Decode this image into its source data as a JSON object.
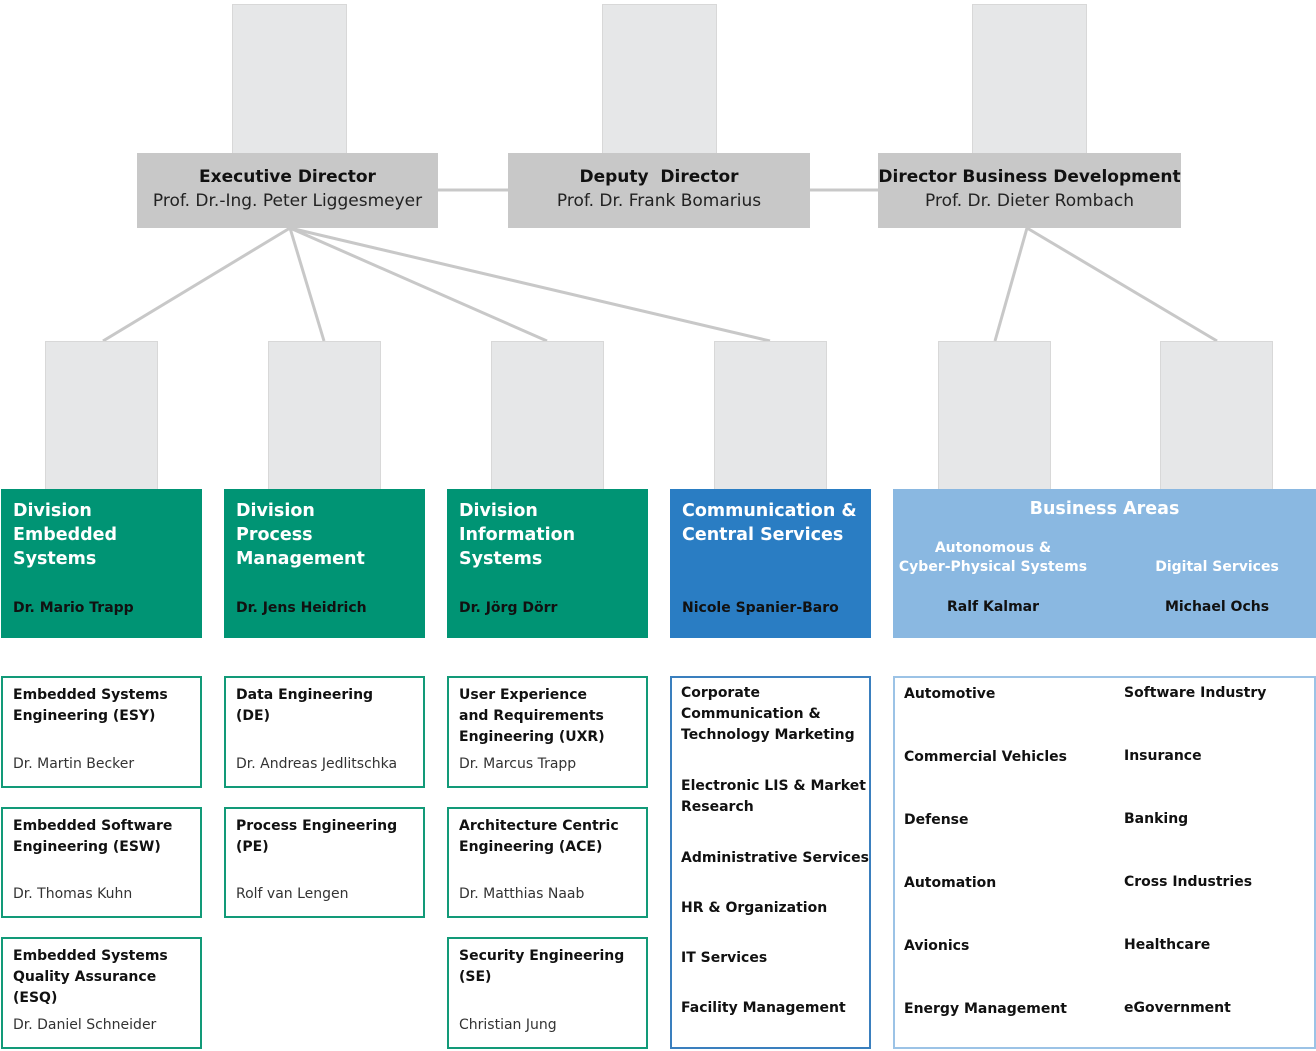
{
  "colors": {
    "top_box": "#c8c8c8",
    "division_green": "#009474",
    "communication_blue": "#2a7dc3",
    "business_light_blue": "#8ab8e1",
    "connector": "#c8c8c8"
  },
  "directors": [
    {
      "title": "Executive Director",
      "name": "Prof. Dr.-Ing. Peter Liggesmeyer"
    },
    {
      "title": "Deputy  Director",
      "name": "Prof. Dr. Frank Bomarius"
    },
    {
      "title": "Director Business Development",
      "name": "Prof. Dr. Dieter Rombach"
    }
  ],
  "divisions": [
    {
      "title": "Division\nEmbedded\nSystems",
      "head": "Dr. Mario Trapp"
    },
    {
      "title": "Division\nProcess\nManagement",
      "head": "Dr. Jens Heidrich"
    },
    {
      "title": "Division\nInformation\nSystems",
      "head": "Dr. Jörg Dörr"
    },
    {
      "title": "Communication &\nCentral Services",
      "head": "Nicole Spanier-Baro"
    }
  ],
  "business_areas": {
    "title": "Business Areas",
    "areas": [
      {
        "name": "Autonomous &\nCyber-Physical Systems",
        "head": "Ralf Kalmar"
      },
      {
        "name": "Digital Services",
        "head": "Michael Ochs"
      }
    ]
  },
  "departments": {
    "embedded": [
      {
        "name": "Embedded Systems\nEngineering (ESY)",
        "head": "Dr. Martin Becker"
      },
      {
        "name": "Embedded Software\nEngineering (ESW)",
        "head": "Dr. Thomas Kuhn"
      },
      {
        "name": "Embedded Systems\nQuality Assurance (ESQ)",
        "head": "Dr. Daniel Schneider"
      }
    ],
    "process": [
      {
        "name": "Data Engineering\n(DE)",
        "head": "Dr. Andreas Jedlitschka"
      },
      {
        "name": "Process Engineering\n(PE)",
        "head": "Rolf van Lengen"
      }
    ],
    "information": [
      {
        "name": "User Experience\nand Requirements\nEngineering (UXR)",
        "head": "Dr. Marcus Trapp"
      },
      {
        "name": "Architecture Centric\nEngineering (ACE)",
        "head": "Dr. Matthias Naab"
      },
      {
        "name": "Security Engineering\n(SE)",
        "head": "Christian Jung"
      }
    ]
  },
  "central_services": [
    "Corporate\nCommunication &\nTechnology Marketing",
    "Electronic LIS & Market\nResearch",
    "Administrative Services",
    "HR & Organization",
    "IT Services",
    "Facility Management"
  ],
  "industries": {
    "left": [
      "Automotive",
      "Commercial Vehicles",
      "Defense",
      "Automation",
      "Avionics",
      "Energy Management"
    ],
    "right": [
      "Software Industry",
      "Insurance",
      "Banking",
      "Cross Industries",
      "Healthcare",
      "eGovernment"
    ]
  },
  "photos": [
    {
      "icon": "portrait-photo",
      "suit": "#3c3f44",
      "tie": "#8a2a3c"
    },
    {
      "icon": "portrait-photo",
      "suit": "#4a4c50",
      "tie": "#505256"
    },
    {
      "icon": "portrait-photo",
      "suit": "#2e3a52",
      "tie": "#2f5a9a"
    },
    {
      "icon": "portrait-photo",
      "suit": "#3a3c40",
      "tie": "#7a2a3a"
    },
    {
      "icon": "portrait-photo",
      "suit": "#2f3338",
      "tie": "#6b2233"
    },
    {
      "icon": "portrait-photo",
      "suit": "#3e4146",
      "tie": "#c08080"
    },
    {
      "icon": "portrait-photo",
      "suit": "#2b2b2e",
      "tie": "#1a1a1a"
    },
    {
      "icon": "portrait-photo",
      "suit": "#3a3d42",
      "tie": "#9a2a3a"
    },
    {
      "icon": "portrait-photo",
      "suit": "#2c2f34",
      "tie": "#e07a20"
    }
  ]
}
